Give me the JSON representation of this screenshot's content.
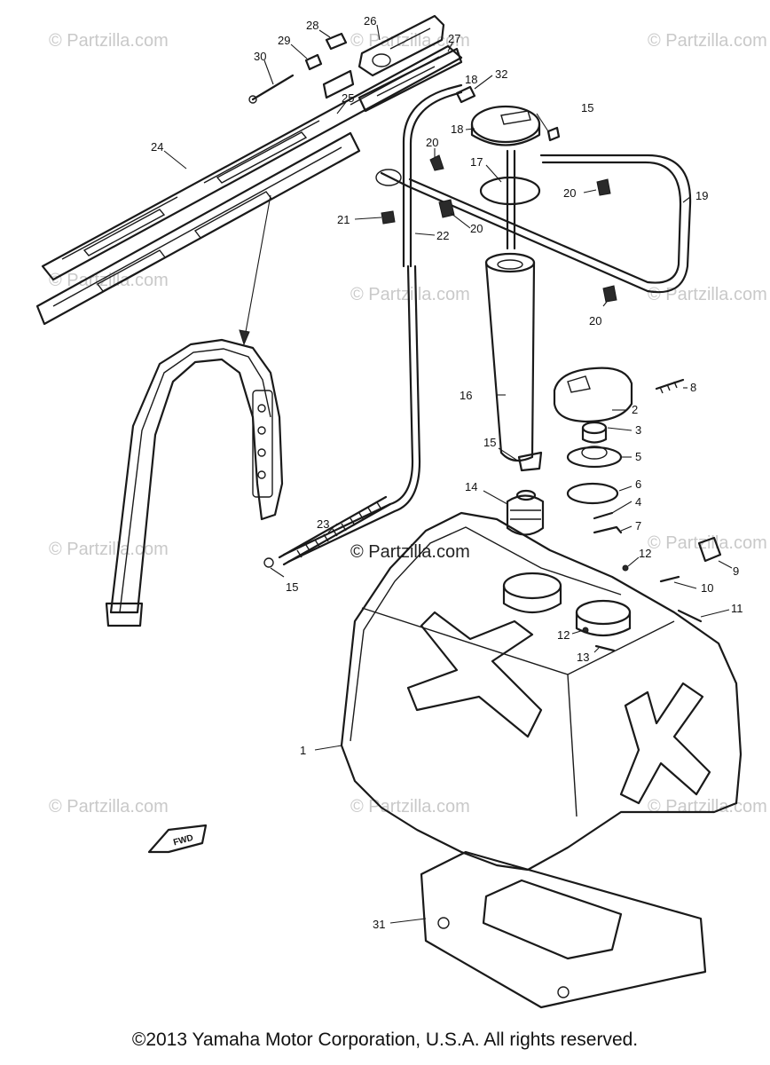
{
  "watermark": "© Partzilla.com",
  "center_watermark": "© Partzilla.com",
  "fwd_label": "FWD",
  "callouts": {
    "c1": "1",
    "c2": "2",
    "c3": "3",
    "c4": "4",
    "c5": "5",
    "c6": "6",
    "c7": "7",
    "c8": "8",
    "c9": "9",
    "c10": "10",
    "c11": "11",
    "c12a": "12",
    "c12b": "12",
    "c13": "13",
    "c14": "14",
    "c15a": "15",
    "c15b": "15",
    "c15c": "15",
    "c16": "16",
    "c17": "17",
    "c18": "18",
    "c19": "19",
    "c20a": "20",
    "c20b": "20",
    "c20c": "20",
    "c20d": "20",
    "c21": "21",
    "c22": "22",
    "c23": "23",
    "c24": "24",
    "c25": "25",
    "c26": "26",
    "c27": "27",
    "c28": "28",
    "c29": "29",
    "c30": "30",
    "c31": "31",
    "c32": "32",
    "c18b": "18"
  },
  "copyright": "©2013 Yamaha Motor Corporation, U.S.A. All rights reserved."
}
